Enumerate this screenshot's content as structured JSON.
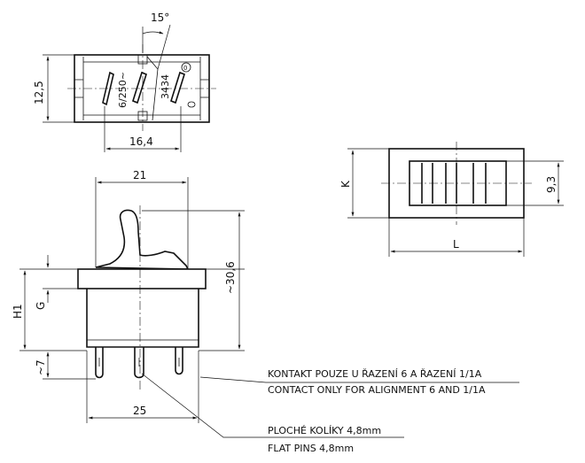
{
  "dimensions": {
    "top_angle": "15°",
    "top_height": "12,5",
    "top_width": "16,4",
    "top_rating": "6/250~",
    "top_code": "3434",
    "side_width": "21",
    "side_height_total": "~30,6",
    "side_h1": "H1",
    "side_g": "G",
    "side_pin_length": "~7",
    "side_base_width": "25",
    "cutout_k": "K",
    "cutout_l": "L",
    "cutout_height": "9,3"
  },
  "notes": {
    "contact_cz": "KONTAKT POUZE U ŘAZENÍ 6 A ŘAZENÍ 1/1A",
    "contact_en": "CONTACT ONLY FOR ALIGNMENT 6 AND 1/1A",
    "pins_cz": "PLOCHÉ KOLÍKY 4,8mm",
    "pins_en": "FLAT PINS 4,8mm"
  }
}
